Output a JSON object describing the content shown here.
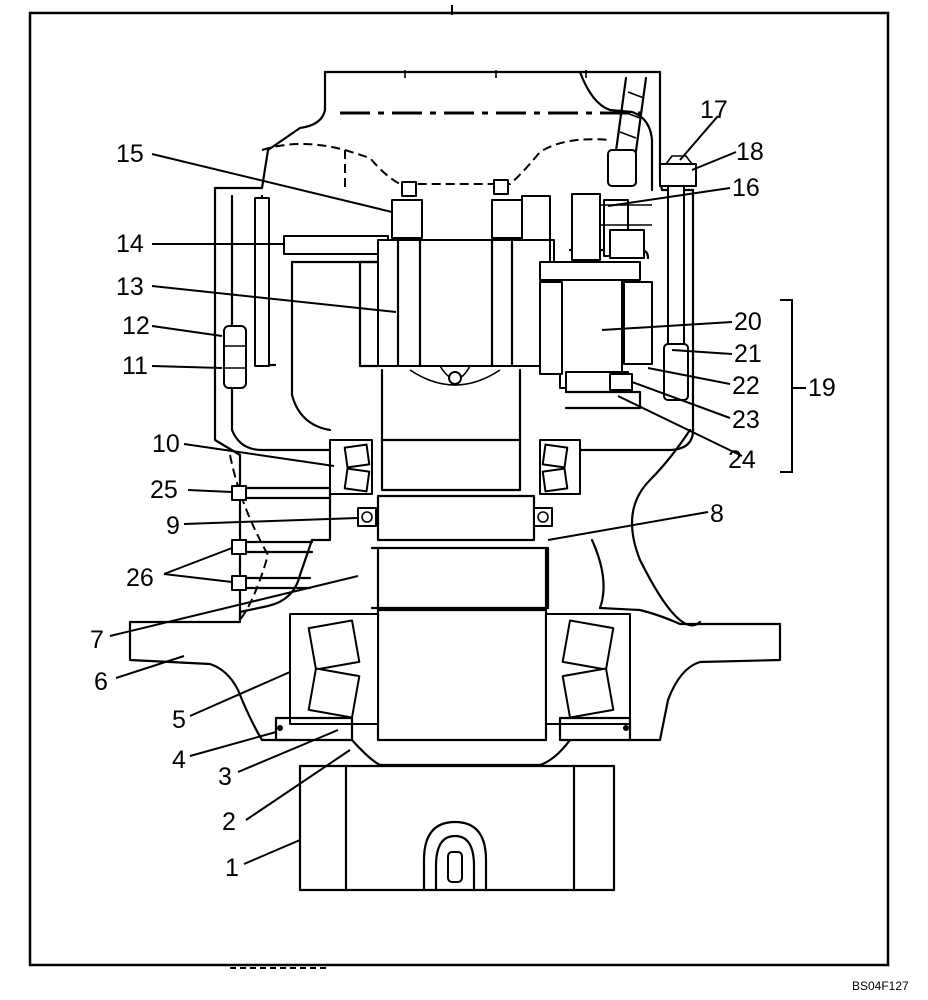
{
  "figure_ref": "BS04F127",
  "callouts": [
    {
      "id": "1",
      "text": "1"
    },
    {
      "id": "2",
      "text": "2"
    },
    {
      "id": "3",
      "text": "3"
    },
    {
      "id": "4",
      "text": "4"
    },
    {
      "id": "5",
      "text": "5"
    },
    {
      "id": "6",
      "text": "6"
    },
    {
      "id": "7",
      "text": "7"
    },
    {
      "id": "8",
      "text": "8"
    },
    {
      "id": "9",
      "text": "9"
    },
    {
      "id": "10",
      "text": "10"
    },
    {
      "id": "11",
      "text": "11"
    },
    {
      "id": "12",
      "text": "12"
    },
    {
      "id": "13",
      "text": "13"
    },
    {
      "id": "14",
      "text": "14"
    },
    {
      "id": "15",
      "text": "15"
    },
    {
      "id": "16",
      "text": "16"
    },
    {
      "id": "17",
      "text": "17"
    },
    {
      "id": "18",
      "text": "18"
    },
    {
      "id": "19",
      "text": "19"
    },
    {
      "id": "20",
      "text": "20"
    },
    {
      "id": "21",
      "text": "21"
    },
    {
      "id": "22",
      "text": "22"
    },
    {
      "id": "23",
      "text": "23"
    },
    {
      "id": "24",
      "text": "24"
    },
    {
      "id": "25",
      "text": "25"
    },
    {
      "id": "26",
      "text": "26"
    }
  ]
}
